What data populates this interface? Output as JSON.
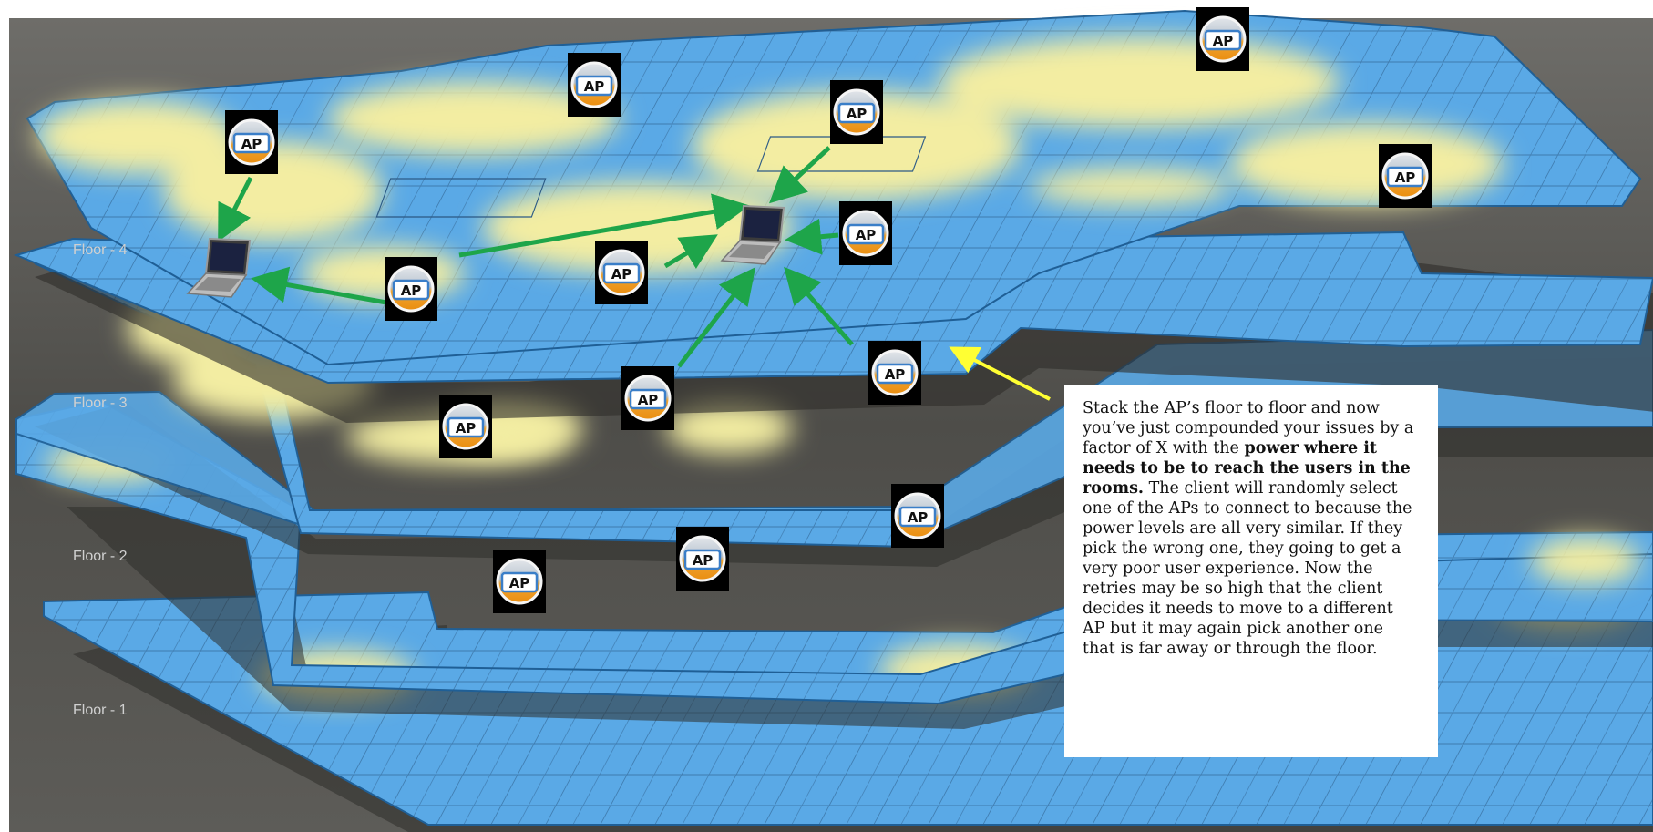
{
  "floors": [
    {
      "label": "Floor - 4"
    },
    {
      "label": "Floor - 3"
    },
    {
      "label": "Floor - 2"
    },
    {
      "label": "Floor - 1"
    }
  ],
  "ap_label": "AP",
  "callout": {
    "text_1": "Stack the AP’s floor to floor and now you’ve just compounded your issues by a factor of X with the ",
    "text_bold": "power where it needs to be to reach the users in the rooms.",
    "text_2": "  The client will randomly select one of the APs to connect to because the power levels are all very similar.  If they pick the wrong one, they going to get a very poor user experience.  Now the retries may be so high that the client decides it needs to move to a different AP but it may again pick another one that is far away or through the floor."
  },
  "colors": {
    "background": "#4a4946",
    "floor_blue": "#5aa9e6",
    "coverage_yellow": "#f3eda2",
    "arrow_green": "#1ea54a",
    "arrow_yellow": "#ffff33"
  },
  "icons": {
    "ap": "access-point-icon",
    "client": "laptop-icon"
  }
}
